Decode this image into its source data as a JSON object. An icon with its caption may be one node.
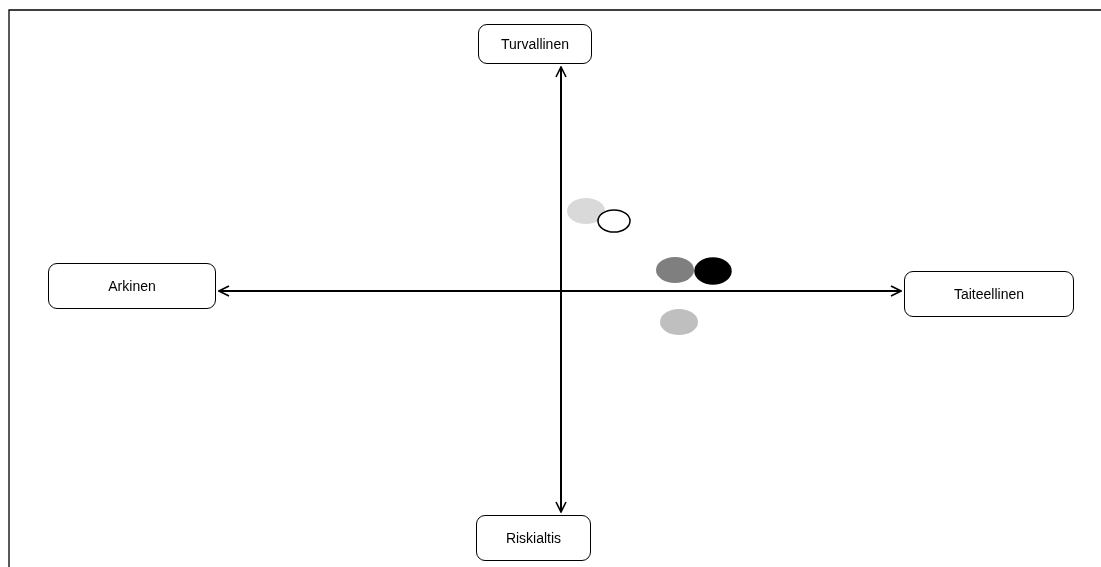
{
  "diagram": {
    "nodes": [
      {
        "text": [
          "Turvallinen"
        ]
      },
      {
        "text": [
          "Arkinen"
        ]
      },
      {
        "text": [
          "Taiteellinen"
        ]
      },
      {
        "text": [
          "Riskialtis"
        ]
      }
    ],
    "edges": [
      {
        "from": 0,
        "to": 3,
        "arrow": "both"
      },
      {
        "from": 1,
        "to": 2,
        "arrow": "both"
      }
    ]
  }
}
